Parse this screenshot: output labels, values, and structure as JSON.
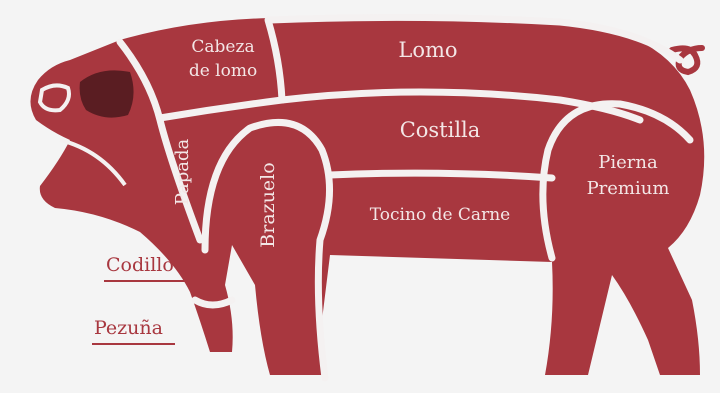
{
  "cuts": {
    "cabeza_line1": "Cabeza",
    "cabeza_line2": "de lomo",
    "lomo": "Lomo",
    "costilla": "Costilla",
    "papada": "Papada",
    "brazuelo": "Brazuelo",
    "tocino": "Tocino de Carne",
    "pierna_line1": "Pierna",
    "pierna_line2": "Premium",
    "codillo": "Codillo",
    "pezuna": "Pezuña"
  },
  "colors": {
    "meat": "#a8373f",
    "eye": "#5a1d22",
    "seams": "#f4f1f1",
    "background": "#f4f4f4"
  }
}
